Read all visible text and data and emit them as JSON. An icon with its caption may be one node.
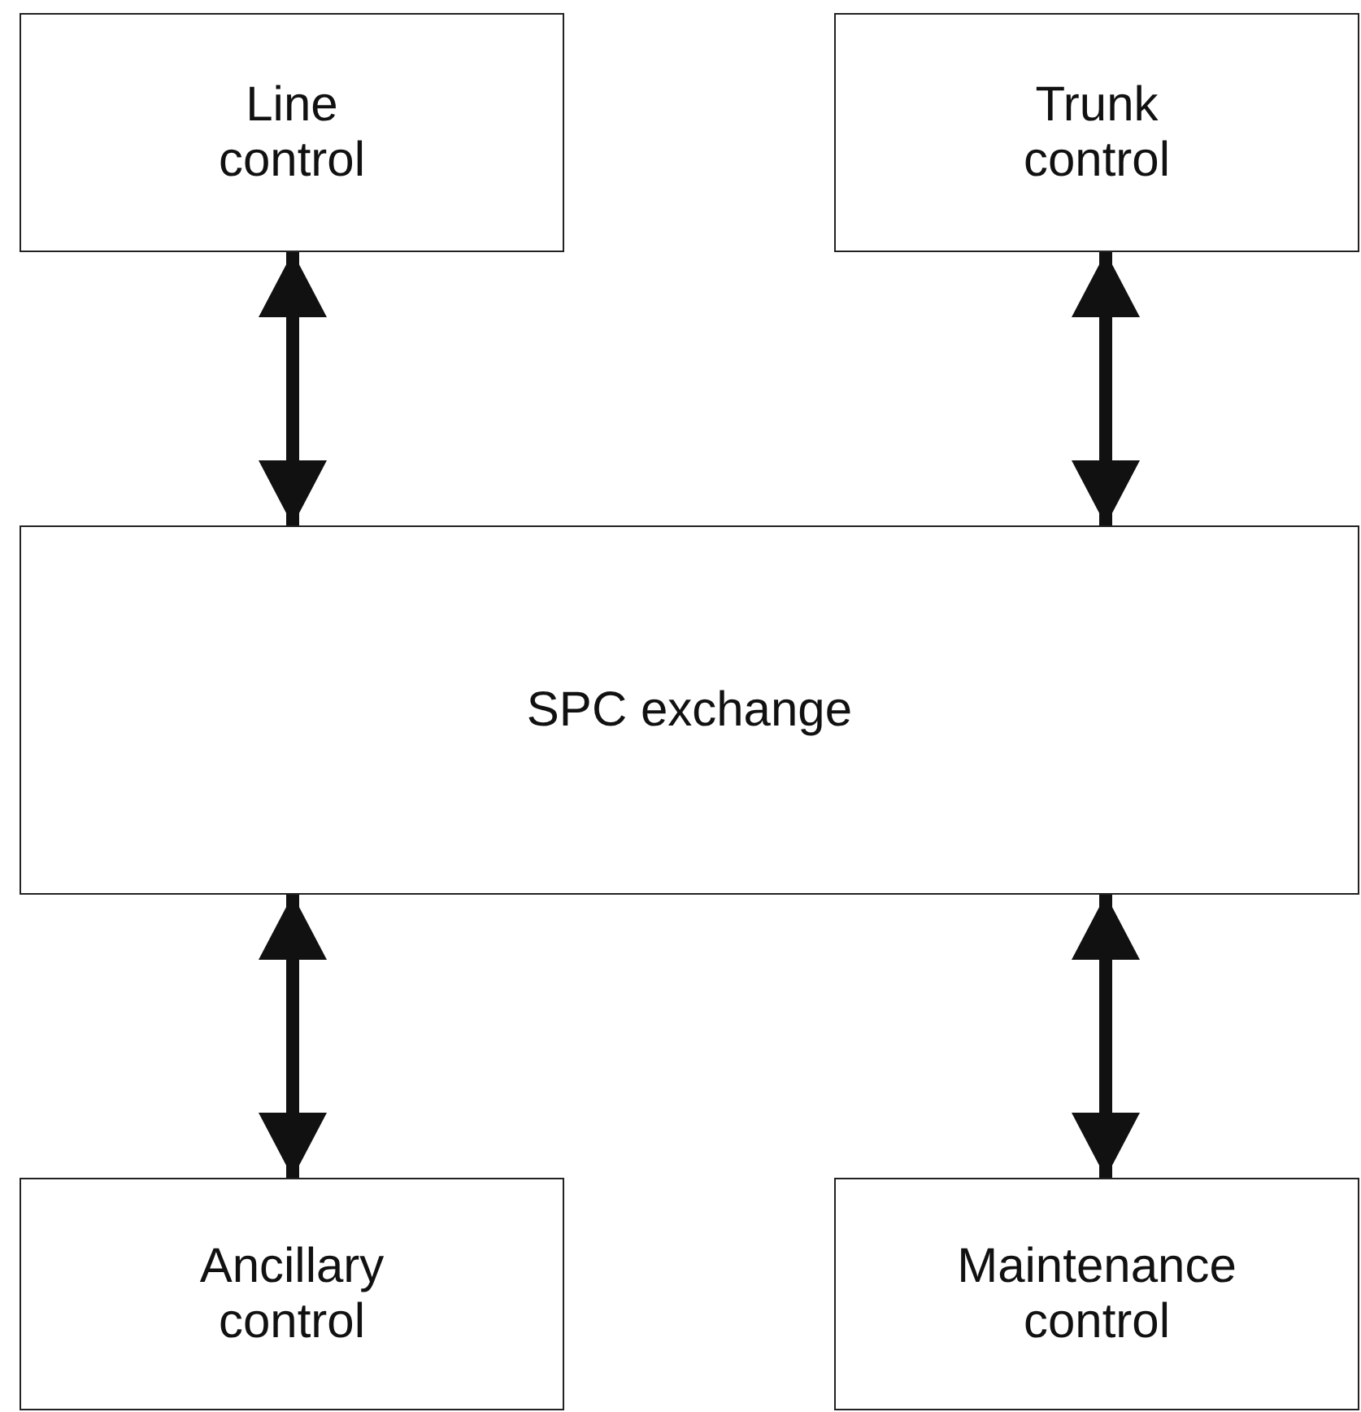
{
  "diagram": {
    "nodes": [
      {
        "text": [
          "Line control"
        ]
      },
      {
        "text": [
          "Trunk control"
        ]
      },
      {
        "text": [
          "SPC exchange"
        ]
      },
      {
        "text": [
          "Ancillary control"
        ]
      },
      {
        "text": [
          "Maintenance control"
        ]
      }
    ],
    "edges": [
      {
        "from": 0,
        "to": 2,
        "arrow": "both"
      },
      {
        "from": 1,
        "to": 2,
        "arrow": "both"
      },
      {
        "from": 3,
        "to": 2,
        "arrow": "both"
      },
      {
        "from": 4,
        "to": 2,
        "arrow": "both"
      }
    ]
  }
}
